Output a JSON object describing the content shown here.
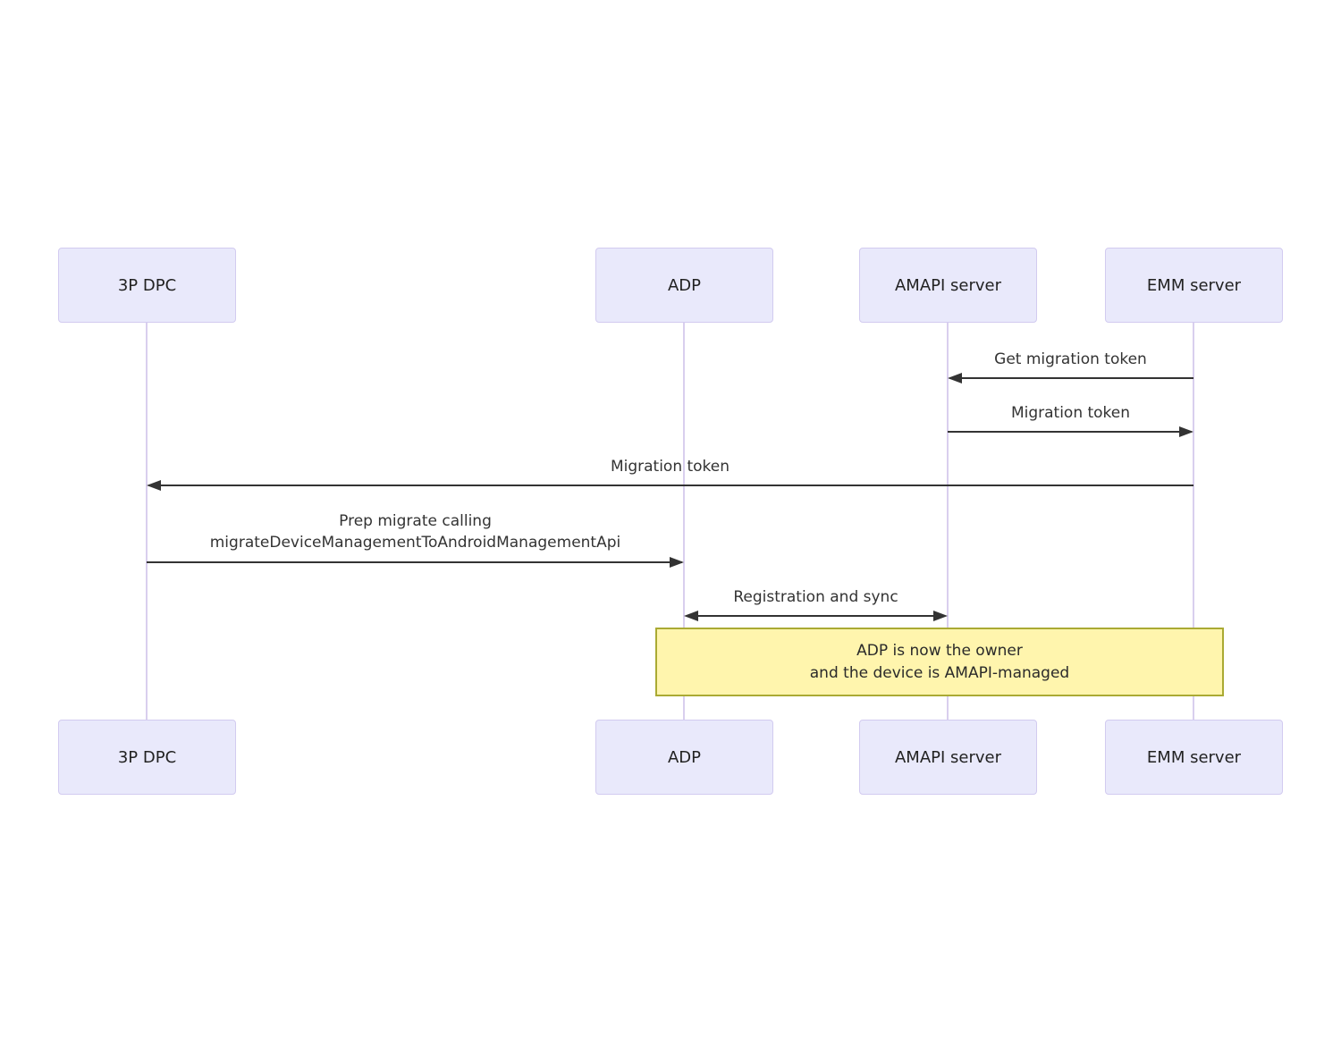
{
  "diagram": {
    "type": "sequence",
    "actors": [
      {
        "id": "3p-dpc",
        "label": "3P DPC"
      },
      {
        "id": "adp",
        "label": "ADP"
      },
      {
        "id": "amapi-server",
        "label": "AMAPI server"
      },
      {
        "id": "emm-server",
        "label": "EMM server"
      }
    ],
    "messages": [
      {
        "label": "Get migration token",
        "from": "EMM server",
        "to": "AMAPI server",
        "direction": "left"
      },
      {
        "label": "Migration token",
        "from": "AMAPI server",
        "to": "EMM server",
        "direction": "right"
      },
      {
        "label": "Migration token",
        "from": "EMM server",
        "to": "3P DPC",
        "direction": "left"
      },
      {
        "label_line1": "Prep migrate calling",
        "label_line2": "migrateDeviceManagementToAndroidManagementApi",
        "from": "3P DPC",
        "to": "ADP",
        "direction": "right"
      },
      {
        "label": "Registration and sync",
        "from": "ADP",
        "to": "AMAPI server",
        "direction": "both"
      }
    ],
    "note": {
      "line1": "ADP is now the owner",
      "line2": "and the device is AMAPI-managed",
      "spans": "ADP to EMM server"
    },
    "colors": {
      "actor_fill": "#e9e9fb",
      "actor_border": "#d2cbf0",
      "lifeline": "#d9cfee",
      "message": "#333333",
      "note_fill": "#fff5ad",
      "note_border": "#aaaa33"
    }
  }
}
